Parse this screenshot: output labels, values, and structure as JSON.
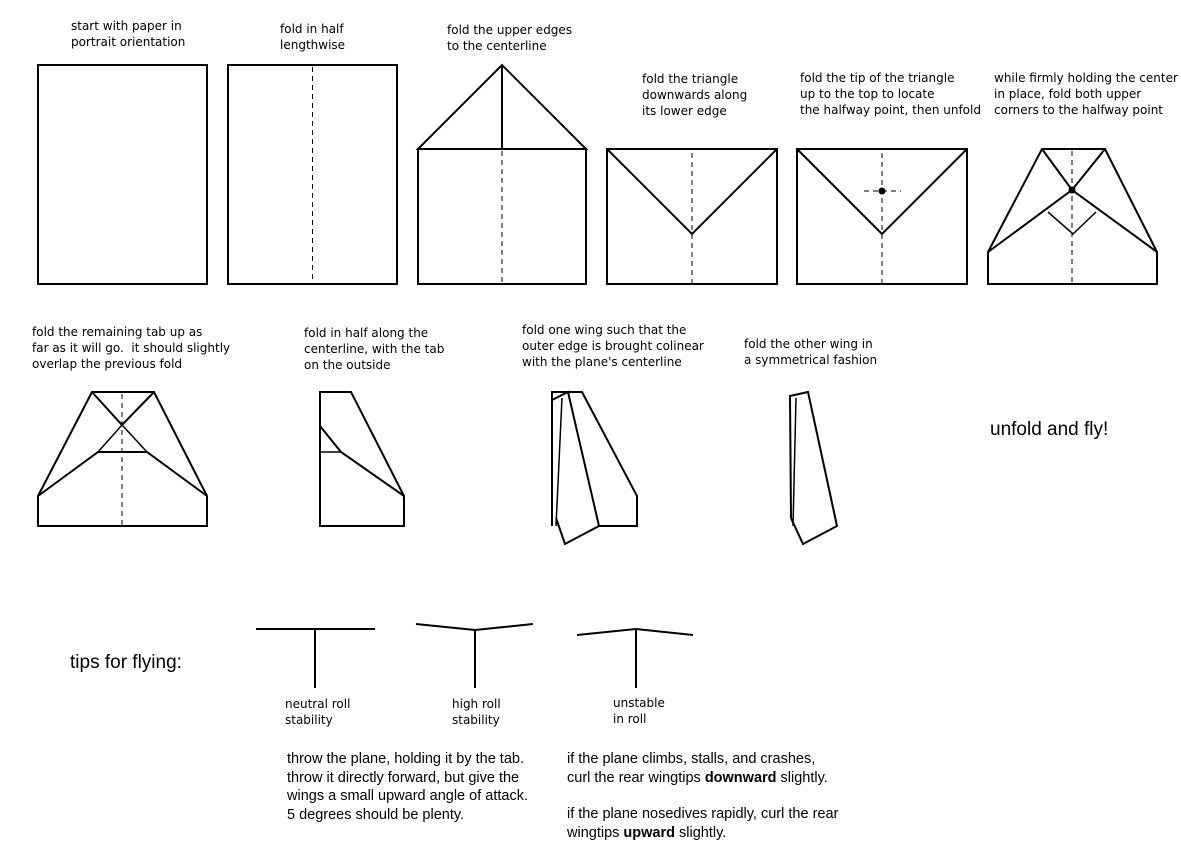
{
  "steps": [
    {
      "caption": "start with paper in\nportrait orientation"
    },
    {
      "caption": "fold in half\nlengthwise"
    },
    {
      "caption": "fold the upper edges\nto the centerline"
    },
    {
      "caption": "fold the triangle\ndownwards along\nits lower edge"
    },
    {
      "caption": "fold the tip of the triangle\nup to the top to locate\nthe halfway point, then unfold"
    },
    {
      "caption": "while firmly holding the center\nin place, fold both upper\ncorners to the halfway point"
    },
    {
      "caption": "fold the remaining tab up as\nfar as it will go.  it should slightly\noverlap the previous fold"
    },
    {
      "caption": "fold in half along the\ncenterline, with the tab\non the outside"
    },
    {
      "caption": "fold one wing such that the\nouter edge is brought colinear\nwith the plane's centerline"
    },
    {
      "caption": "fold the other wing in\na symmetrical fashion"
    }
  ],
  "final_step": "unfold and fly!",
  "tips": {
    "heading": "tips for flying:",
    "roll": [
      {
        "caption": "neutral roll\nstability"
      },
      {
        "caption": "high roll\nstability"
      },
      {
        "caption": "unstable\nin roll"
      }
    ],
    "throw": {
      "line1": "throw the plane, holding it by the tab.",
      "line2": "throw it directly forward, but give the",
      "line3": "wings a small upward angle of attack.",
      "line4": "5 degrees should be plenty."
    },
    "climb": {
      "line1": "if the plane climbs, stalls, and crashes,",
      "line2_pre": "curl the rear wingtips ",
      "line2_bold": "downward",
      "line2_post": " slightly."
    },
    "dive": {
      "line1": "if the plane nosedives rapidly, curl the rear",
      "line2_pre": "wingtips ",
      "line2_bold": "upward",
      "line2_post": " slightly."
    }
  }
}
